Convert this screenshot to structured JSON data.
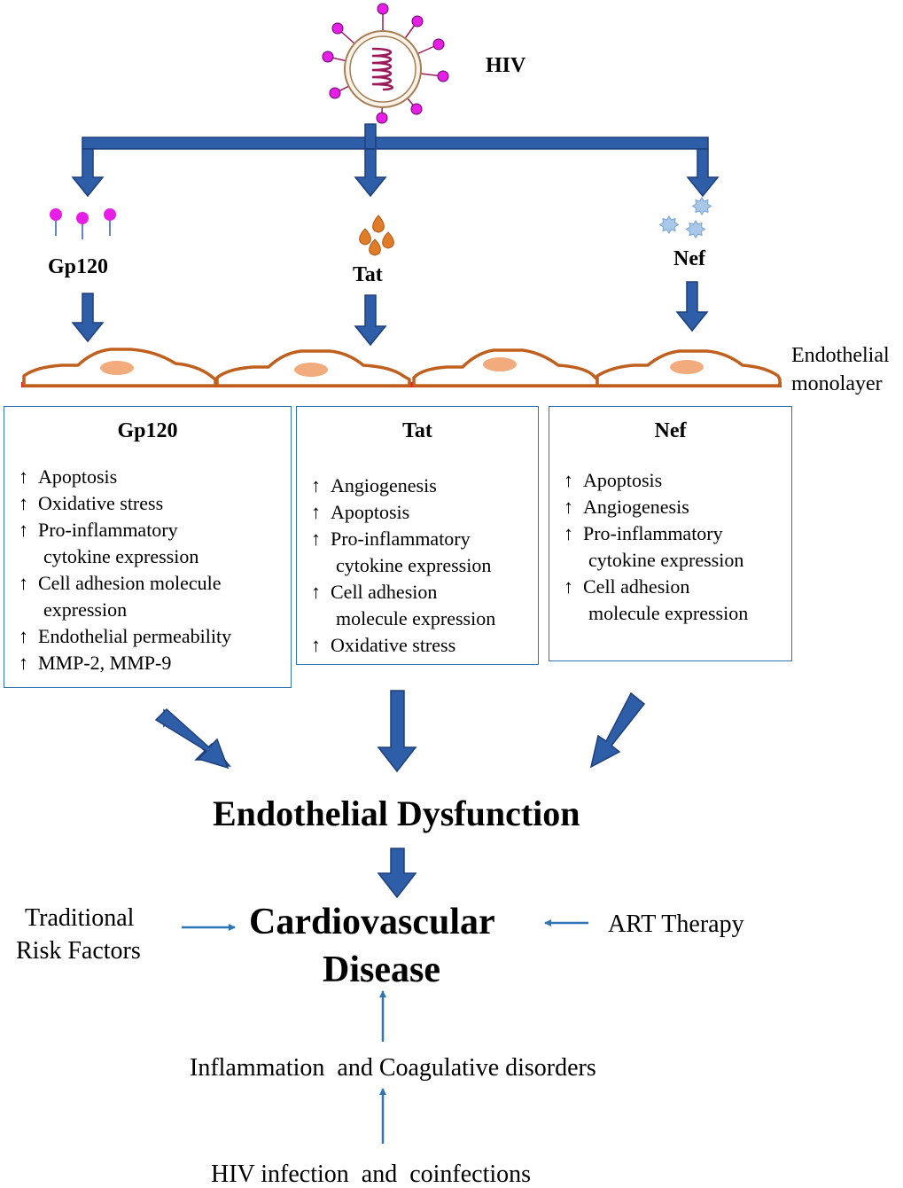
{
  "virus": {
    "label": "HIV"
  },
  "proteins": [
    {
      "key": "gp120",
      "label": "Gp120"
    },
    {
      "key": "tat",
      "label": "Tat"
    },
    {
      "key": "nef",
      "label": "Nef"
    }
  ],
  "endothelium": {
    "label_line1": "Endothelial",
    "label_line2": "monolayer"
  },
  "effect_boxes": [
    {
      "title": "Gp120",
      "items": [
        {
          "arrow": "↑",
          "text": "Apoptosis"
        },
        {
          "arrow": "↑",
          "text": "Oxidative stress"
        },
        {
          "arrow": "↑",
          "text": "Pro-inflammatory"
        },
        {
          "arrow": "",
          "text": "cytokine expression"
        },
        {
          "arrow": "↑",
          "text": "Cell adhesion molecule"
        },
        {
          "arrow": "",
          "text": "expression"
        },
        {
          "arrow": "↑",
          "text": "Endothelial permeability"
        },
        {
          "arrow": "↑",
          "text": "MMP-2, MMP-9"
        }
      ]
    },
    {
      "title": "Tat",
      "items": [
        {
          "arrow": "↑",
          "text": "Angiogenesis"
        },
        {
          "arrow": "↑",
          "text": "Apoptosis"
        },
        {
          "arrow": "↑",
          "text": "Pro-inflammatory"
        },
        {
          "arrow": "",
          "text": "cytokine expression"
        },
        {
          "arrow": "↑",
          "text": "Cell adhesion"
        },
        {
          "arrow": "",
          "text": "molecule expression"
        },
        {
          "arrow": "↑",
          "text": "Oxidative stress"
        }
      ]
    },
    {
      "title": "Nef",
      "items": [
        {
          "arrow": "↑",
          "text": "Apoptosis"
        },
        {
          "arrow": "↑",
          "text": "Angiogenesis"
        },
        {
          "arrow": "↑",
          "text": "Pro-inflammatory"
        },
        {
          "arrow": "",
          "text": "cytokine expression"
        },
        {
          "arrow": "↑",
          "text": "Cell adhesion"
        },
        {
          "arrow": "",
          "text": "molecule expression"
        }
      ]
    }
  ],
  "outcome": {
    "dysfunction": "Endothelial Dysfunction",
    "cvd_line1": "Cardiovascular",
    "cvd_line2": "Disease"
  },
  "contributors": {
    "traditional_line1": "Traditional",
    "traditional_line2": "Risk Factors",
    "art": "ART Therapy",
    "inflammation": "Inflammation  and Coagulative disorders",
    "infection": "HIV infection  and  coinfections"
  },
  "colors": {
    "arrow_blue": "#2e5ea8",
    "arrow_stroke": "#1f3f7a",
    "box_border": "#2e75b6",
    "gp120_pink": "#e61ee6",
    "tat_orange": "#e07b28",
    "nef_blue": "#a9c7e8",
    "cell_outline": "#c0601e",
    "nucleus": "#f2ab7c",
    "basement": "#e8141e",
    "virus_rna": "#9b1b5a"
  }
}
